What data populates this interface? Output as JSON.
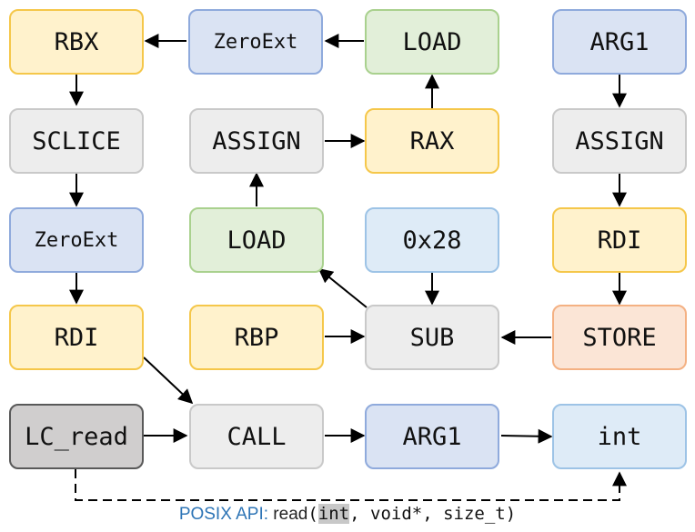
{
  "nodes": {
    "rbx": "RBX",
    "zeroext_top": "ZeroExt",
    "load_top": "LOAD",
    "arg1_top": "ARG1",
    "sclice": "SCLICE",
    "assign_mid": "ASSIGN",
    "rax": "RAX",
    "assign_right": "ASSIGN",
    "zeroext_left": "ZeroExt",
    "load_mid": "LOAD",
    "hex_0x28": "0x28",
    "rdi_right": "RDI",
    "rdi_left": "RDI",
    "rbp": "RBP",
    "sub": "SUB",
    "store": "STORE",
    "lc_read": "LC_read",
    "call": "CALL",
    "arg1_bottom": "ARG1",
    "int_node": "int"
  },
  "footer": {
    "label": "POSIX API",
    "colon": ":",
    "fn": " read",
    "open": "(",
    "arg1": "int",
    "rest": ", void*, size_t",
    "close": ")"
  },
  "colors": {
    "yellow_fill": "#fff2cc",
    "yellow_border": "#f5c74a",
    "blue_fill": "#dae3f3",
    "blue_border": "#8faadc",
    "green_fill": "#e2efd9",
    "green_border": "#a9d18e",
    "gray_fill": "#ededed",
    "gray_border": "#c9c9c9",
    "dark_fill": "#d0cece",
    "dark_border": "#595959",
    "light_fill": "#deebf7",
    "light_border": "#9dc3e6",
    "orange_fill": "#fbe5d6",
    "orange_border": "#f4b183",
    "api_label": "#2e75b6"
  }
}
